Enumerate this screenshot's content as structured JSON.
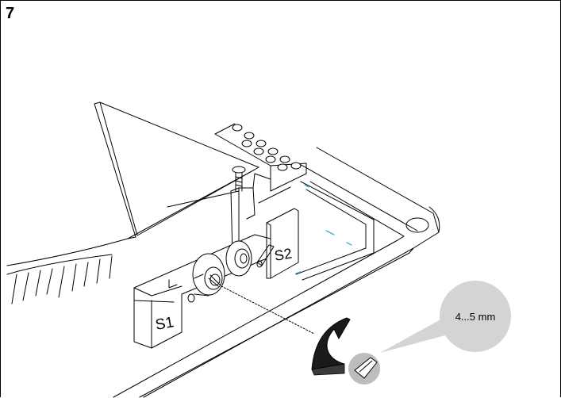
{
  "step": {
    "number": "7"
  },
  "labels": {
    "switch_1": "S1",
    "switch_2": "S2",
    "gap_measurement": "4...5 mm"
  },
  "icons": {
    "rotate_arrow": "curved-rotation-arrow-icon",
    "tool": "screwdriver-tip-icon"
  },
  "colors": {
    "line": "#000000",
    "callout_fill": "#d4d4d4",
    "tool_circle_fill": "#bdbdbd",
    "wire_highlight": "#1aa3c9"
  }
}
